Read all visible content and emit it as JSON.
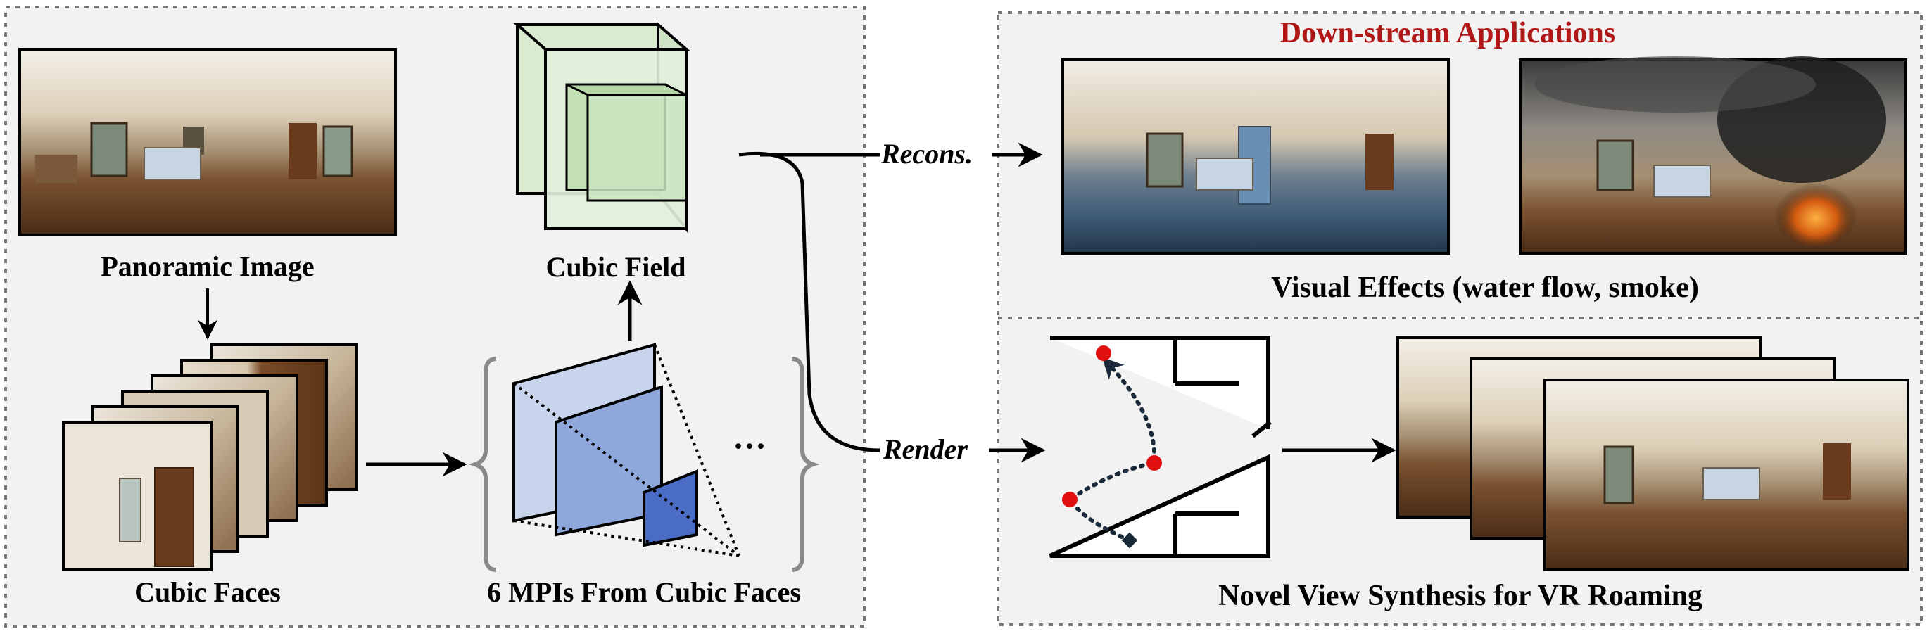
{
  "left_panel": {
    "panoramic_image_label": "Panoramic Image",
    "cubic_faces_label": "Cubic Faces",
    "mpis_label": "6 MPIs From Cubic Faces",
    "cubic_field_label": "Cubic Field",
    "ellipsis": "···"
  },
  "arrows": {
    "recons_label": "Recons.",
    "render_label": "Render"
  },
  "right_panel": {
    "title": "Down-stream Applications",
    "visual_effects_label": "Visual Effects (water flow, smoke)",
    "novel_view_label": "Novel View Synthesis for VR Roaming"
  },
  "colors": {
    "panel_bg": "#f2f2f2",
    "title_red": "#b01818",
    "cube_green": "#c9e4c0",
    "mpi_blue": "#4f74c4",
    "path_dot": "#e01010"
  },
  "icons": [
    "panorama-image",
    "cube-face-image",
    "camera-frustum-icon",
    "cube-icon",
    "floor-plan-icon",
    "water-flow-image",
    "smoke-fire-image"
  ]
}
